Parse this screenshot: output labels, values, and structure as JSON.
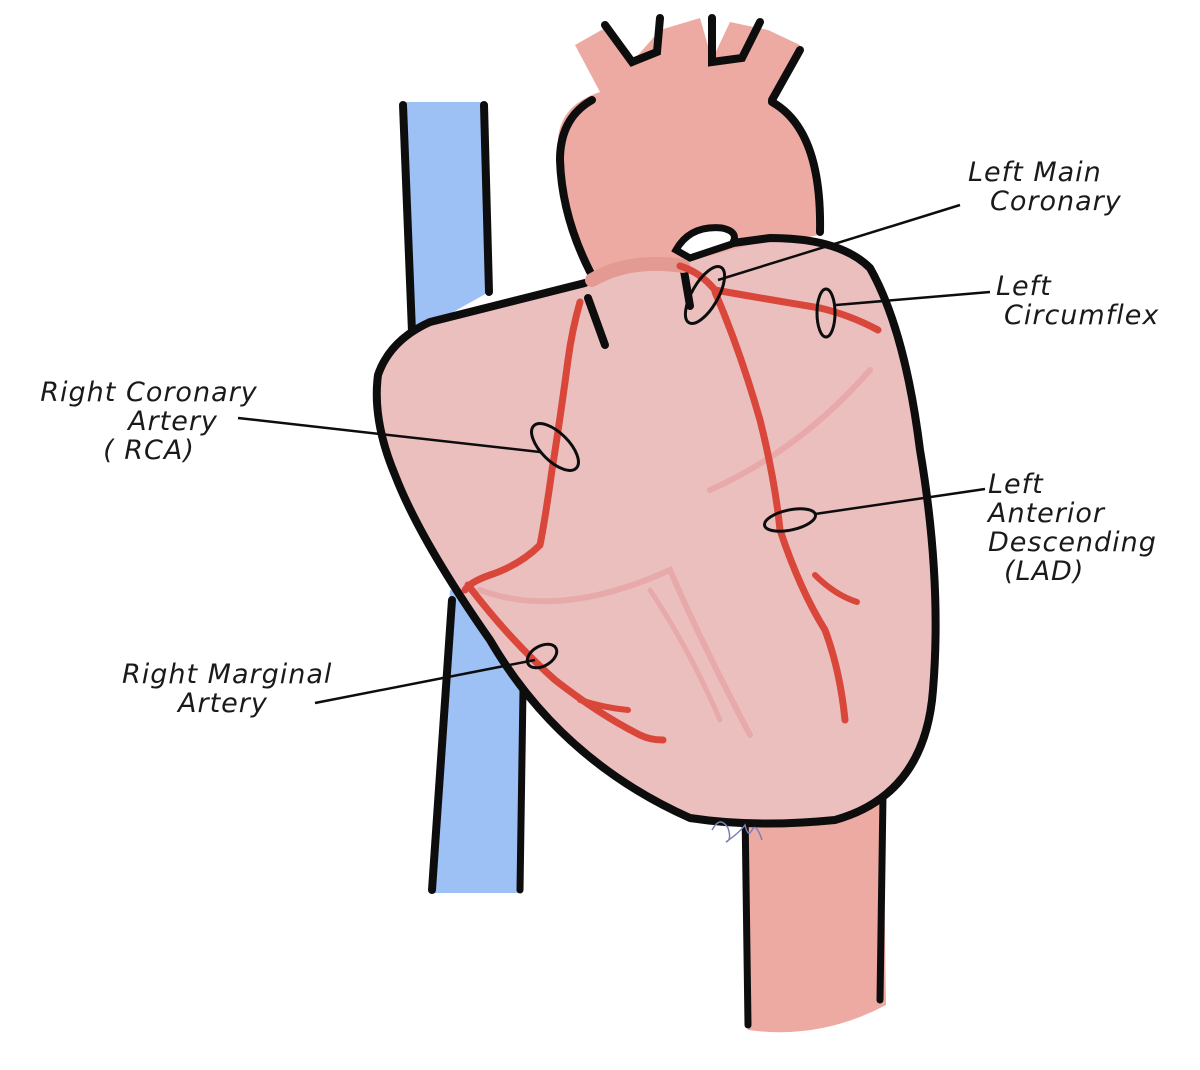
{
  "colors": {
    "vena_cava": "#9ec1f5",
    "aorta": "#ecaaa2",
    "heart": "#ecbfbf",
    "artery": "#d9473a",
    "outline": "#0d0d0d",
    "paper": "#ffffff"
  },
  "labels": {
    "left_main": [
      "Left Main",
      "Coronary"
    ],
    "left_circumflex": [
      "Left",
      "Circumflex"
    ],
    "rca": [
      "Right Coronary",
      "Artery",
      "( RCA)"
    ],
    "lad": [
      "Left",
      "Anterior",
      "Descending",
      "(LAD)"
    ],
    "right_marginal": [
      "Right Marginal",
      "Artery"
    ]
  },
  "signature": "signature"
}
